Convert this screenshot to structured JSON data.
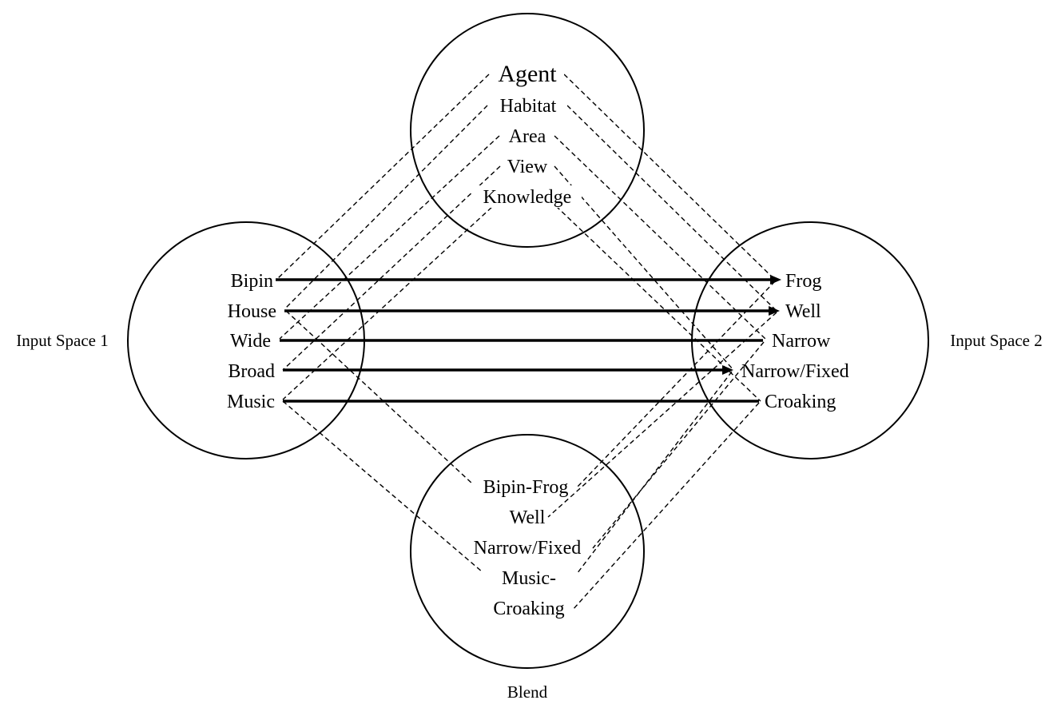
{
  "generic_space": {
    "items": [
      "Agent",
      "Habitat",
      "Area",
      "View",
      "Knowledge"
    ]
  },
  "input_space_1": {
    "label": "Input Space 1",
    "items": [
      "Bipin",
      "House",
      "Wide",
      "Broad",
      "Music"
    ]
  },
  "input_space_2": {
    "label": "Input Space 2",
    "items": [
      "Frog",
      "Well",
      "Narrow",
      "Narrow/Fixed",
      "Croaking"
    ]
  },
  "blend": {
    "label": "Blend",
    "items": [
      "Bipin-Frog",
      "Well",
      "Narrow/Fixed",
      "Music-",
      "Croaking"
    ]
  },
  "colors": {
    "line": "#000000",
    "background": "#ffffff"
  }
}
